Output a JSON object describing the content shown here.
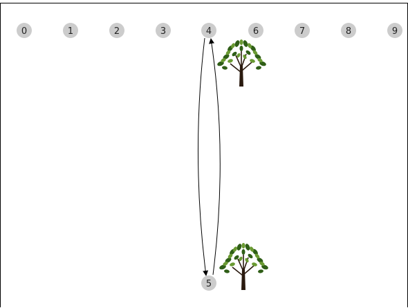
{
  "colors": {
    "background": "#ffffff",
    "frame": "#000000",
    "node_fill": "#cccccc",
    "node_text": "#222222",
    "edge": "#000000",
    "tree_trunk": "#2a1a0f",
    "tree_leaf_dark": "#2f5e17",
    "tree_leaf_light": "#6a9a32"
  },
  "nodes": [
    {
      "id": "node-0",
      "label": "0"
    },
    {
      "id": "node-1",
      "label": "1"
    },
    {
      "id": "node-2",
      "label": "2"
    },
    {
      "id": "node-3",
      "label": "3"
    },
    {
      "id": "node-4",
      "label": "4"
    },
    {
      "id": "node-6",
      "label": "6"
    },
    {
      "id": "node-7",
      "label": "7"
    },
    {
      "id": "node-8",
      "label": "8"
    },
    {
      "id": "node-9",
      "label": "9"
    },
    {
      "id": "node-5",
      "label": "5"
    }
  ],
  "edges": [
    {
      "from": "4",
      "to": "5",
      "arrow": "end"
    },
    {
      "from": "5",
      "to": "4",
      "arrow": "end"
    }
  ],
  "objects": [
    {
      "type": "tree-icon",
      "near_node": "6"
    },
    {
      "type": "tree-icon",
      "near_node": "5"
    }
  ]
}
